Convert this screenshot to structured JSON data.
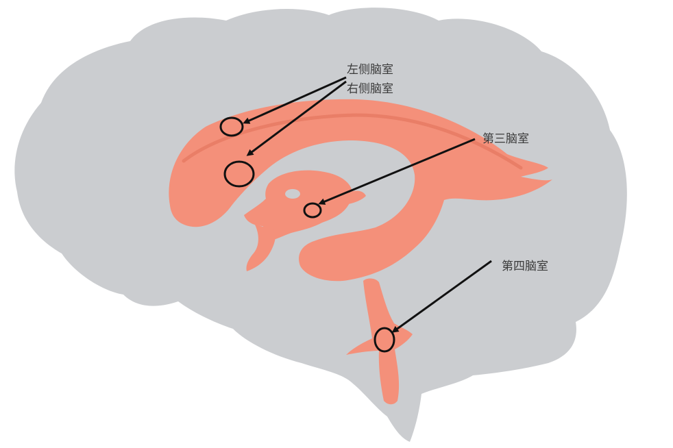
{
  "labels": {
    "left_lateral_ventricle": "左侧脑室",
    "right_lateral_ventricle": "右侧脑室",
    "third_ventricle": "第三脑室",
    "fourth_ventricle": "第四脑室"
  },
  "colors": {
    "brain": "#cbcdd0",
    "ventricle": "#f4907a",
    "ventricle_dark": "#e97e67",
    "marker": "#111111",
    "label_text": "#3a3a3a"
  }
}
